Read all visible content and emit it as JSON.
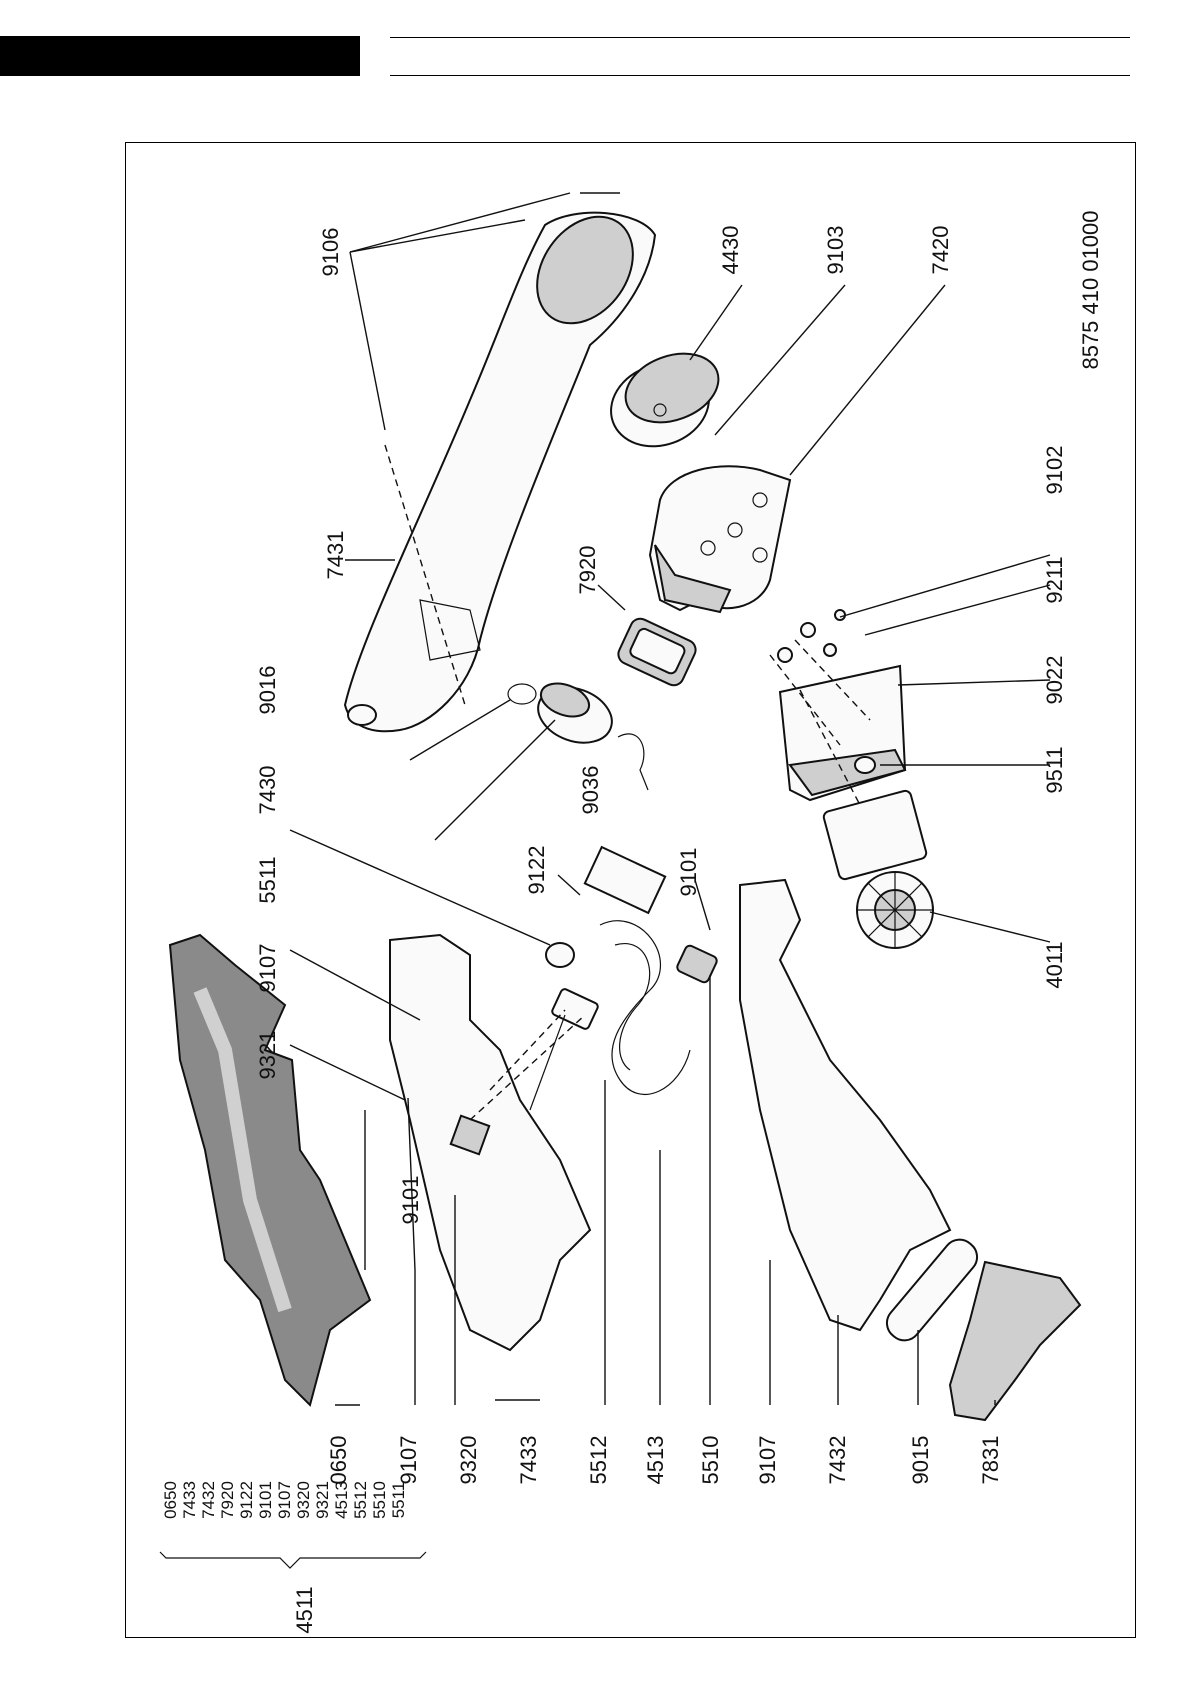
{
  "doc_code": "8575 410 01000",
  "kit": {
    "number": "4511",
    "items": [
      "0650",
      "7433",
      "7432",
      "7920",
      "9122",
      "9101",
      "9107",
      "9320",
      "9321",
      "4513",
      "5512",
      "5510",
      "5511"
    ]
  },
  "callouts": {
    "c9106": "9106",
    "c4430": "4430",
    "c9103": "9103",
    "c7420": "7420",
    "c7431": "7431",
    "c7920": "7920",
    "c9102": "9102",
    "c9211": "9211",
    "c9016": "9016",
    "c9022": "9022",
    "c9036": "9036",
    "c9511": "9511",
    "c7430": "7430",
    "c9122": "9122",
    "c5511": "5511",
    "c9101a": "9101",
    "c9107a": "9107",
    "c4011": "4011",
    "c9321": "9321",
    "c9101b": "9101",
    "c0650": "0650",
    "c9107b": "9107",
    "c9320": "9320",
    "c7433": "7433",
    "c5512": "5512",
    "c4513": "4513",
    "c5510": "5510",
    "c9107c": "9107",
    "c7432": "7432",
    "c9015": "9015",
    "c7831": "7831"
  }
}
